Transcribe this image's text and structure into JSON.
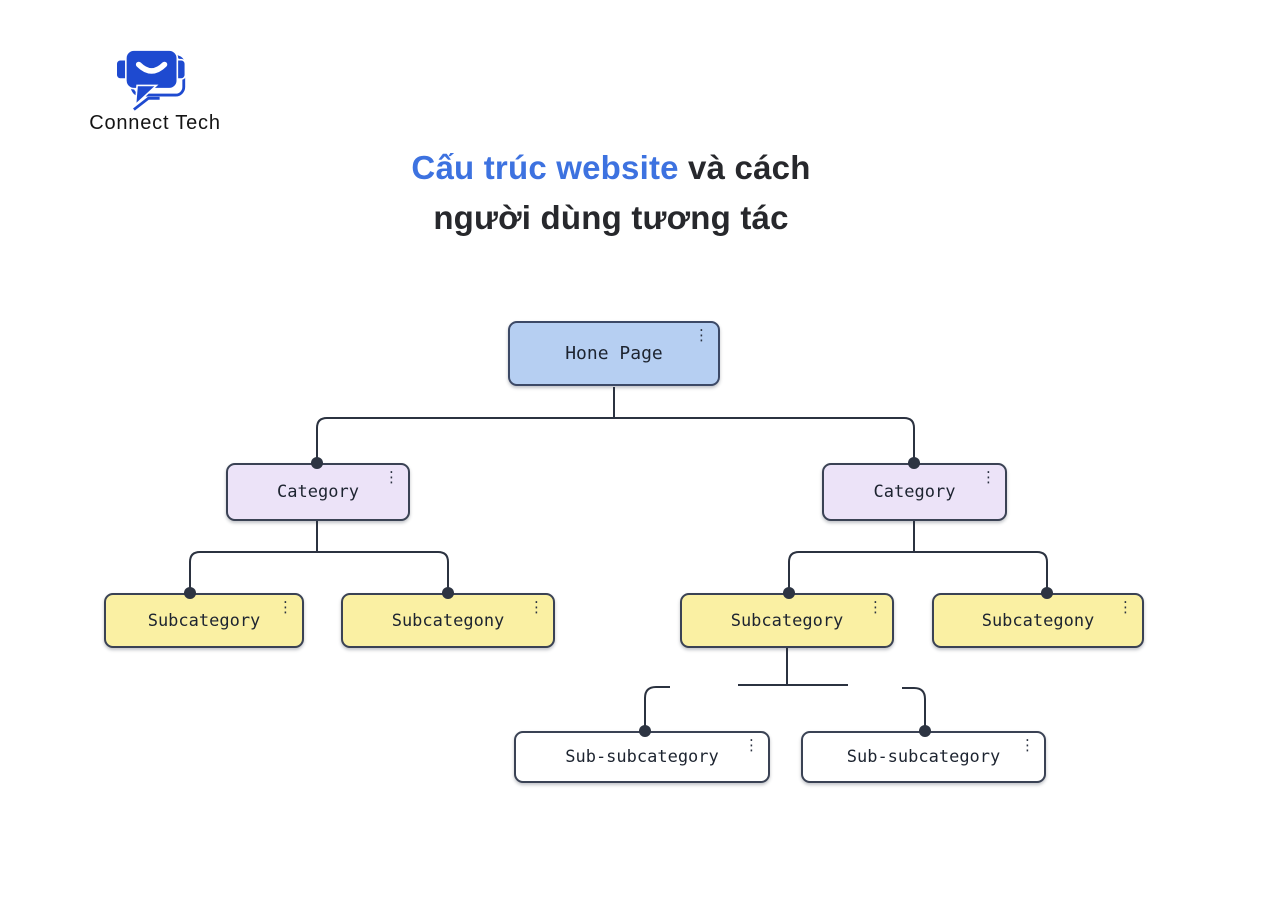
{
  "brand": {
    "name": "Connect Tech"
  },
  "title": {
    "highlight": "Cấu trúc website",
    "after_highlight": " và cách",
    "line2": "người dùng tương tác",
    "highlight_color": "#3d72e0",
    "text_color": "#27282c"
  },
  "diagram": {
    "line_color": "#2b3240",
    "dot_color": "#2d3442",
    "icons": {
      "kebab": "⋮"
    },
    "colors": {
      "home_fill": "#b6cff2",
      "category_fill": "#ece3f8",
      "subcategory_fill": "#faf0a3",
      "subsubcategory_fill": "#ffffff",
      "logo_blue": "#1e4ad0"
    },
    "nodes": {
      "home": {
        "label": "Hone Page",
        "fill": "#b6cff2"
      },
      "category_left": {
        "label": "Category",
        "fill": "#ece3f8"
      },
      "category_right": {
        "label": "Category",
        "fill": "#ece3f8"
      },
      "subcategory_1": {
        "label": "Subcategory",
        "fill": "#faf0a3"
      },
      "subcategory_2": {
        "label": "Subcategony",
        "fill": "#faf0a3"
      },
      "subcategory_3": {
        "label": "Subcategory",
        "fill": "#faf0a3"
      },
      "subcategory_4": {
        "label": "Subcategony",
        "fill": "#faf0a3"
      },
      "subsubcategory_left": {
        "label": "Sub-subcategory",
        "fill": "#ffffff"
      },
      "subsubcategory_right": {
        "label": "Sub-subcategory",
        "fill": "#ffffff"
      }
    }
  }
}
